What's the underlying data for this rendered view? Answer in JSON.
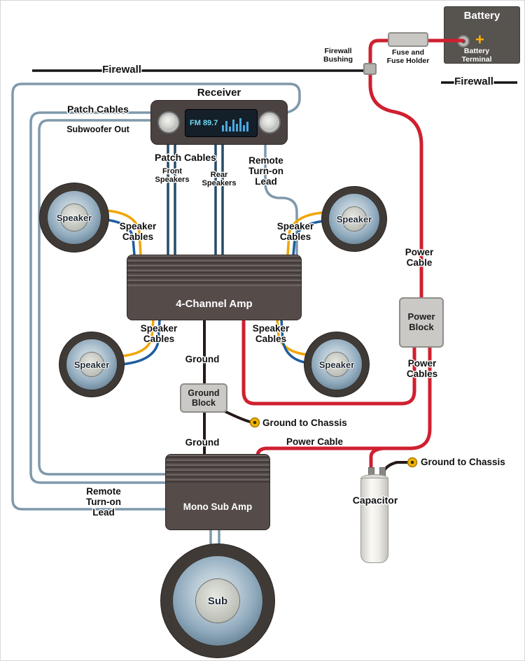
{
  "labels": {
    "firewall_left": "Firewall",
    "firewall_right": "Firewall",
    "firewall_bushing": "Firewall Bushing",
    "battery": "Battery",
    "battery_plus": "+",
    "battery_terminal": "Battery Terminal",
    "fuse": "Fuse and Fuse Holder",
    "receiver": "Receiver",
    "receiver_display": "FM 89.7",
    "patch_cables_left": "Patch Cables",
    "subwoofer_out": "Subwoofer Out",
    "patch_cables_mid": "Patch Cables",
    "front_speakers": "Front Speakers",
    "rear_speakers": "Rear Speakers",
    "remote_top": "Remote Turn-on Lead",
    "remote_bottom": "Remote Turn-on Lead",
    "speaker_fl": "Speaker",
    "speaker_fr": "Speaker",
    "speaker_rl": "Speaker",
    "speaker_rr": "Speaker",
    "speaker_cables_fl": "Speaker Cables",
    "speaker_cables_fr": "Speaker Cables",
    "speaker_cables_rl": "Speaker Cables",
    "speaker_cables_rr": "Speaker Cables",
    "amp4": "4-Channel Amp",
    "power_cable_right": "Power Cable",
    "power_block": "Power Block",
    "power_cables": "Power Cables",
    "power_cable_mid": "Power Cable",
    "ground_top": "Ground",
    "ground_block": "Ground Block",
    "ground_chassis_1": "Ground to Chassis",
    "ground_bottom": "Ground",
    "ground_chassis_2": "Ground to Chassis",
    "mono_amp": "Mono Sub Amp",
    "capacitor": "Capacitor",
    "sub": "Sub"
  },
  "colors": {
    "power_cable": "#cf2030",
    "patch_cable": "#7f99ab",
    "rca_cable": "#274b66",
    "speaker_cable_yellow": "#f0a500",
    "speaker_cable_blue": "#1e5d9e",
    "ground_cable": "#241a18",
    "amp_body": "#554c4a",
    "block_fill": "#cbc9c6",
    "ring_terminal": "#f2b300"
  }
}
